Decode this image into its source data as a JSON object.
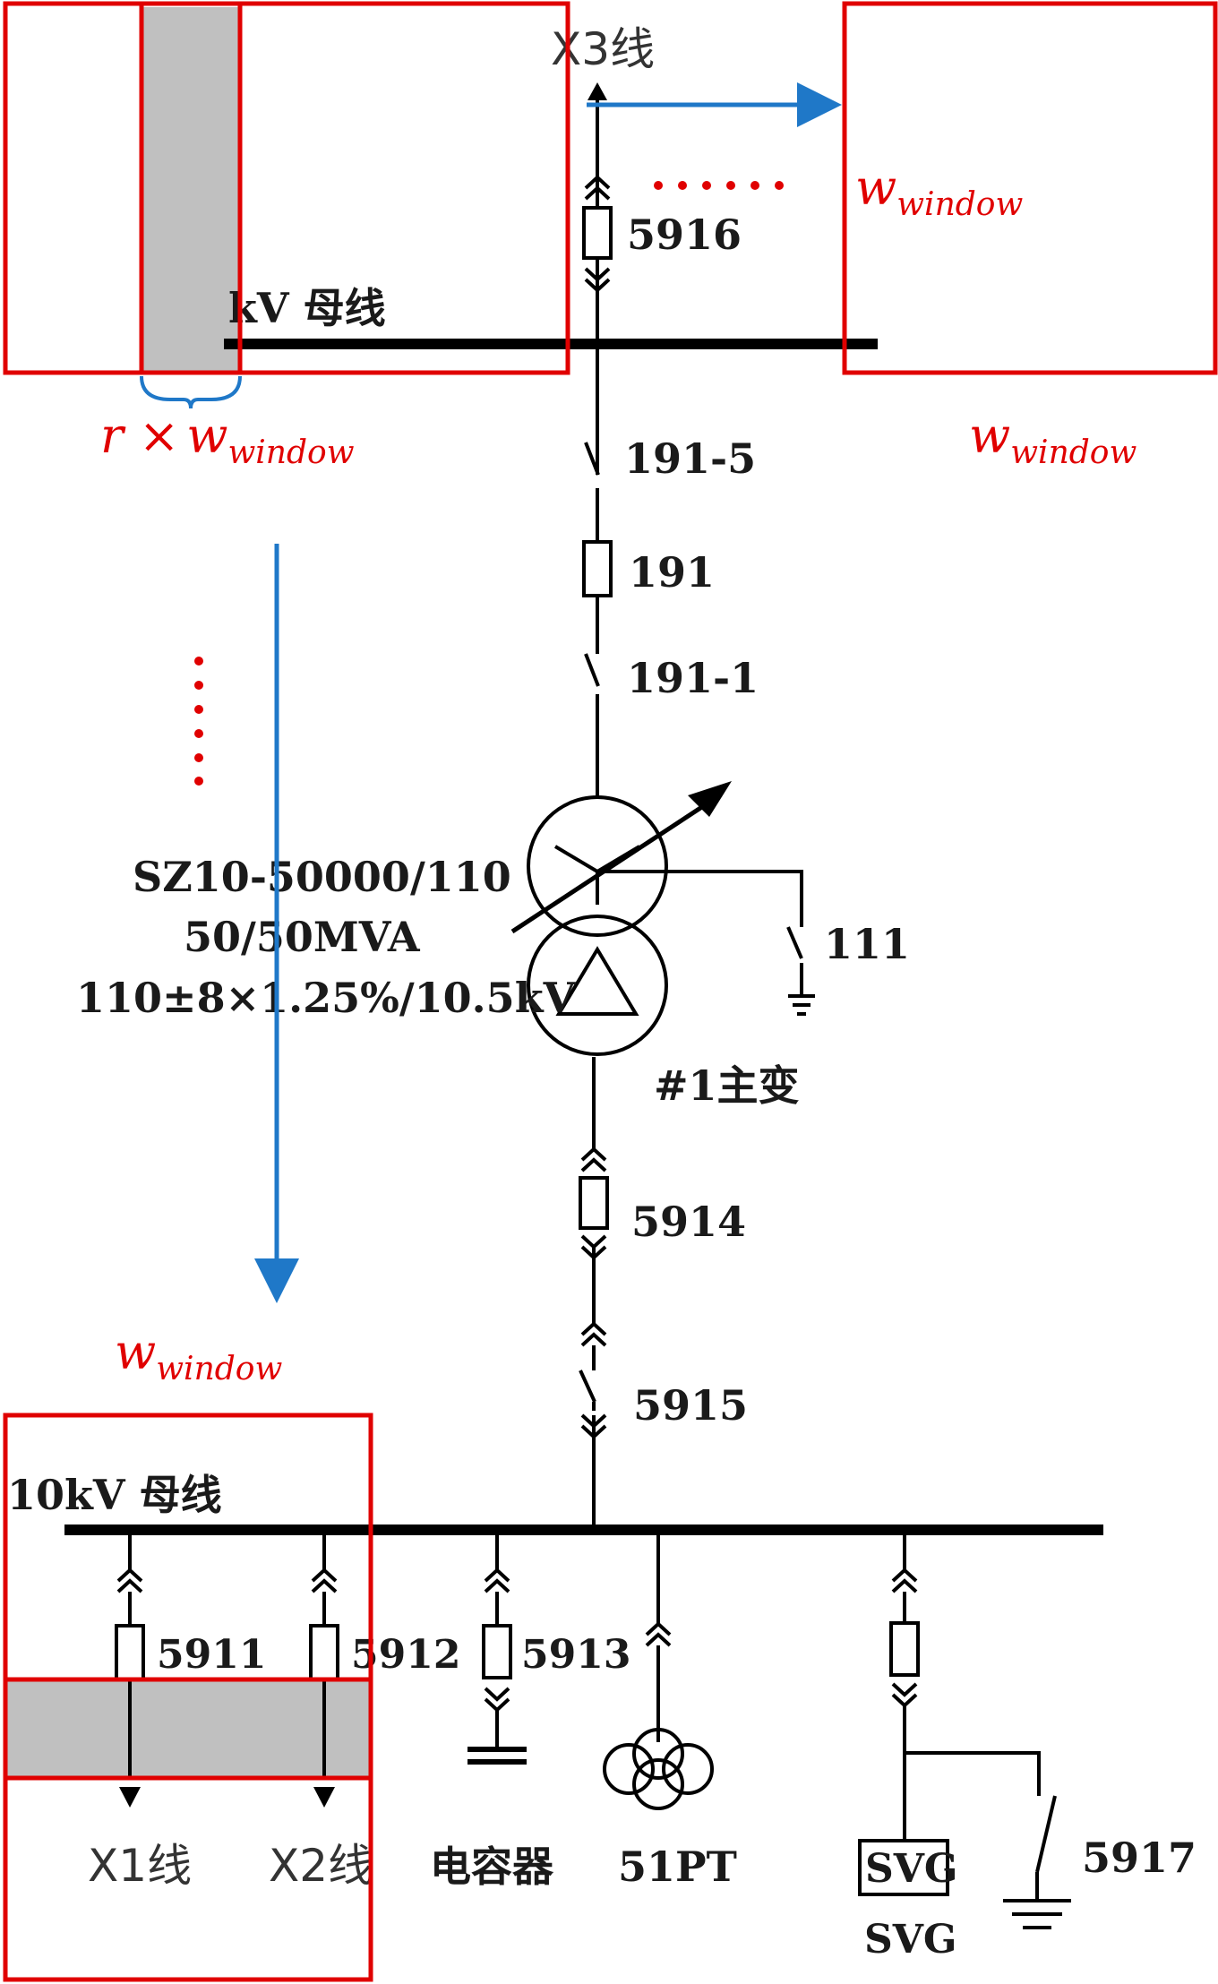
{
  "colors": {
    "line": "#000000",
    "window_border": "#e00000",
    "arrow": "#1f78c8",
    "shade": "#c0c0c0",
    "annotation": "#e00000"
  },
  "labels": {
    "x3_line": "X3线",
    "hv_busbar": "kV 母线",
    "lv_busbar": "10kV 母线",
    "sw_5916": "5916",
    "sw_191_5": "191-5",
    "sw_191": "191",
    "sw_191_1": "191-1",
    "sw_111": "111",
    "transformer_model": "SZ10-50000/110",
    "transformer_capacity": "50/50MVA",
    "transformer_ratio": "110±8×1.25%/10.5kV",
    "transformer_name": "#1主变",
    "sw_5914": "5914",
    "sw_5915": "5915",
    "sw_5911": "5911",
    "sw_5912": "5912",
    "sw_5913": "5913",
    "sw_5917": "5917",
    "x1_line": "X1线",
    "x2_line": "X2线",
    "capacitor": "电容器",
    "pt_51": "51PT",
    "svg_box": "SVG",
    "svg_label": "SVG"
  },
  "annotations": {
    "w_main": "w",
    "w_sub": "window",
    "r_times": "r ×",
    "dots_h": "· · · · · ·",
    "dots_v": "⋮"
  }
}
